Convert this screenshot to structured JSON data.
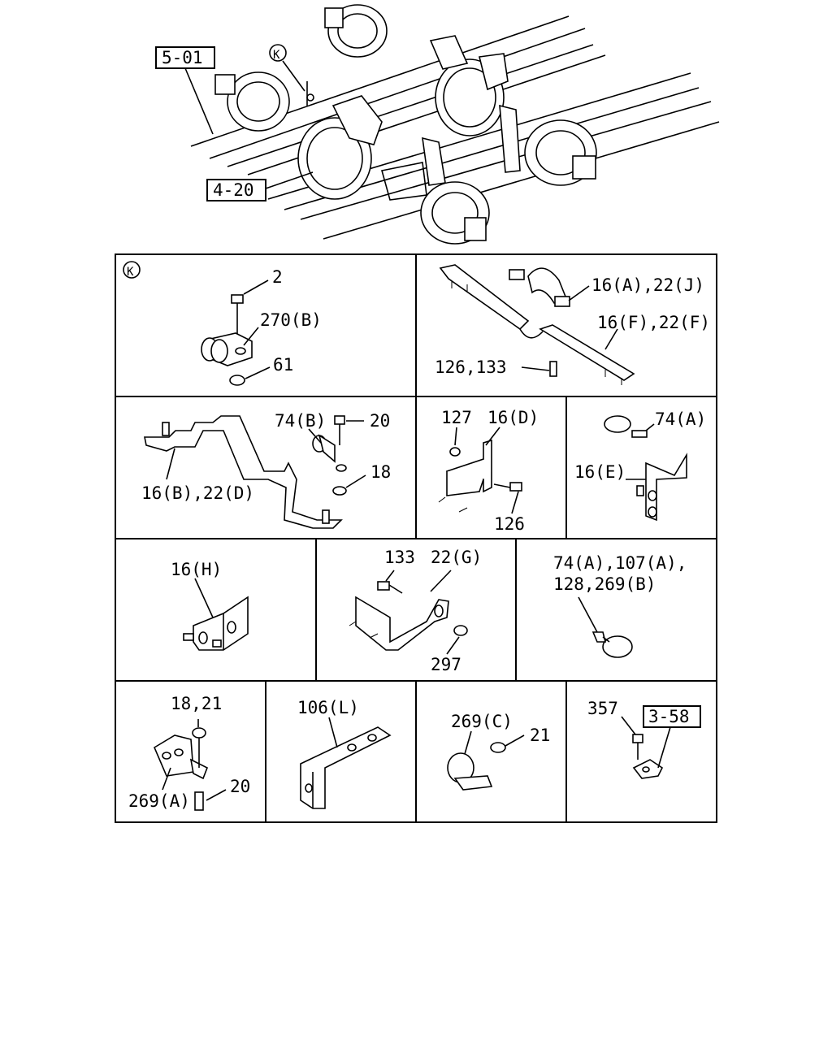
{
  "overview": {
    "ref_5_01": "5-01",
    "ref_4_20": "4-20",
    "callout_k": "K"
  },
  "panels": {
    "k_detail": {
      "marker": "K",
      "l1": "2",
      "l2": "270(B)",
      "l3": "61"
    },
    "crossmember": {
      "l1": "16(A),22(J)",
      "l2": "16(F),22(F)",
      "l3": "126,133"
    },
    "bracket_b": {
      "l1": "74(B)",
      "l2": "20",
      "l3": "18",
      "l4": "16(B),22(D)"
    },
    "bracket_d": {
      "l1": "127",
      "l2": "16(D)",
      "l3": "126"
    },
    "bracket_e": {
      "l1": "74(A)",
      "l2": "16(E)"
    },
    "bracket_h": {
      "l1": "16(H)"
    },
    "bracket_g": {
      "l1": "133",
      "l2": "22(G)",
      "l3": "297"
    },
    "clamp_a": {
      "l1": "74(A),107(A),",
      "l2": "128,269(B)"
    },
    "clip_a": {
      "l1": "18,21",
      "l2": "269(A)",
      "l3": "20"
    },
    "bracket_l": {
      "l1": "106(L)"
    },
    "clip_c": {
      "l1": "269(C)",
      "l2": "21"
    },
    "clip_ref": {
      "l1": "357",
      "l2": "3-58"
    }
  }
}
